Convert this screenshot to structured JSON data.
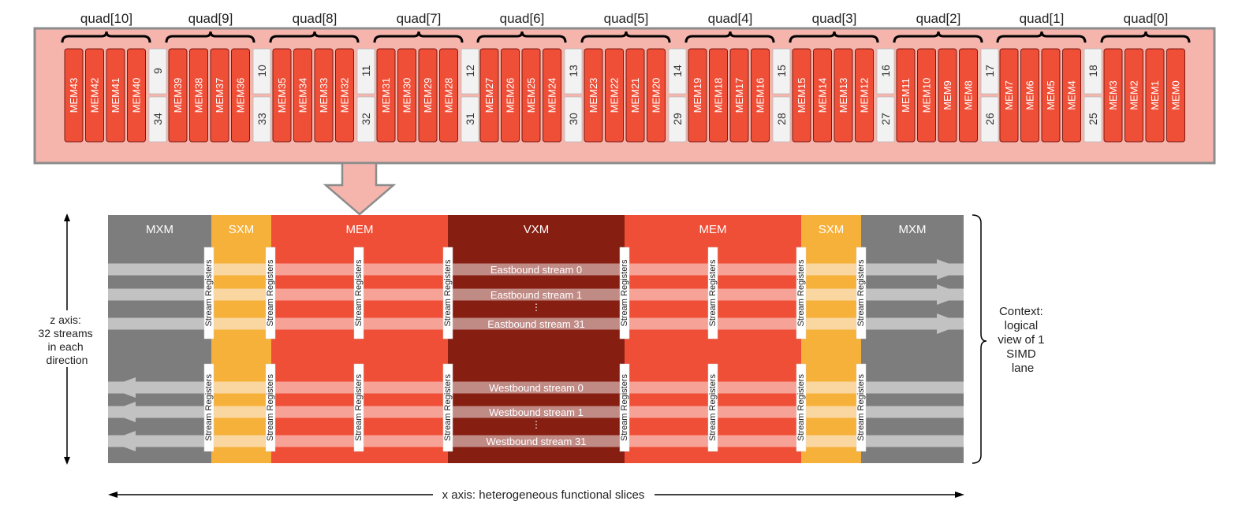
{
  "colors": {
    "mem_bank_fill": "#ef4f37",
    "mem_bank_outline": "#7a1a12",
    "outer_box_fill": "#f5b5ad",
    "outer_box_stroke": "#8c8c8c",
    "sep_fill": "#f2f2f2",
    "mxm": "#7d7d7d",
    "sxm": "#f6b13b",
    "mem": "#ef4f37",
    "vxm": "#861e12",
    "stream_gray": "#c2c2c2",
    "stream_sxm": "#fad7a0",
    "stream_mem": "#f7a297",
    "stream_vxm": "#c08a85",
    "register_bg": "#ffffff",
    "text_dark": "#222222",
    "text_light": "#ffffff"
  },
  "quads": [
    {
      "label": "quad[10]",
      "mems": [
        "MEM43",
        "MEM42",
        "MEM41",
        "MEM40"
      ],
      "sep_top": "9",
      "sep_bottom": "34"
    },
    {
      "label": "quad[9]",
      "mems": [
        "MEM39",
        "MEM38",
        "MEM37",
        "MEM36"
      ],
      "sep_top": "10",
      "sep_bottom": "33"
    },
    {
      "label": "quad[8]",
      "mems": [
        "MEM35",
        "MEM34",
        "MEM33",
        "MEM32"
      ],
      "sep_top": "11",
      "sep_bottom": "32"
    },
    {
      "label": "quad[7]",
      "mems": [
        "MEM31",
        "MEM30",
        "MEM29",
        "MEM28"
      ],
      "sep_top": "12",
      "sep_bottom": "31"
    },
    {
      "label": "quad[6]",
      "mems": [
        "MEM27",
        "MEM26",
        "MEM25",
        "MEM24"
      ],
      "sep_top": "13",
      "sep_bottom": "30"
    },
    {
      "label": "quad[5]",
      "mems": [
        "MEM23",
        "MEM22",
        "MEM21",
        "MEM20"
      ],
      "sep_top": "14",
      "sep_bottom": "29"
    },
    {
      "label": "quad[4]",
      "mems": [
        "MEM19",
        "MEM18",
        "MEM17",
        "MEM16"
      ],
      "sep_top": "15",
      "sep_bottom": "28"
    },
    {
      "label": "quad[3]",
      "mems": [
        "MEM15",
        "MEM14",
        "MEM13",
        "MEM12"
      ],
      "sep_top": "16",
      "sep_bottom": "27"
    },
    {
      "label": "quad[2]",
      "mems": [
        "MEM11",
        "MEM10",
        "MEM9",
        "MEM8"
      ],
      "sep_top": "17",
      "sep_bottom": "26"
    },
    {
      "label": "quad[1]",
      "mems": [
        "MEM7",
        "MEM6",
        "MEM5",
        "MEM4"
      ],
      "sep_top": "18",
      "sep_bottom": "25"
    },
    {
      "label": "quad[0]",
      "mems": [
        "MEM3",
        "MEM2",
        "MEM1",
        "MEM0"
      ],
      "sep_top": "",
      "sep_bottom": ""
    }
  ],
  "slices": [
    {
      "label": "MXM",
      "kind": "mxm"
    },
    {
      "label": "SXM",
      "kind": "sxm"
    },
    {
      "label": "MEM",
      "kind": "mem"
    },
    {
      "label": "VXM",
      "kind": "vxm"
    },
    {
      "label": "MEM",
      "kind": "mem"
    },
    {
      "label": "SXM",
      "kind": "sxm"
    },
    {
      "label": "MXM",
      "kind": "mxm"
    }
  ],
  "register_label": "Stream Registers",
  "eastbound": [
    "Eastbound stream 0",
    "Eastbound stream 1",
    "Eastbound stream 31"
  ],
  "westbound": [
    "Westbound stream 0",
    "Westbound stream 1",
    "Westbound stream 31"
  ],
  "ellipsis": "⋮",
  "z_axis_lines": [
    "z axis:",
    "32 streams",
    "in each",
    "direction"
  ],
  "context_lines": [
    "Context:",
    "logical",
    "view of 1",
    "SIMD",
    "lane"
  ],
  "x_axis_label": "x axis: heterogeneous functional slices"
}
